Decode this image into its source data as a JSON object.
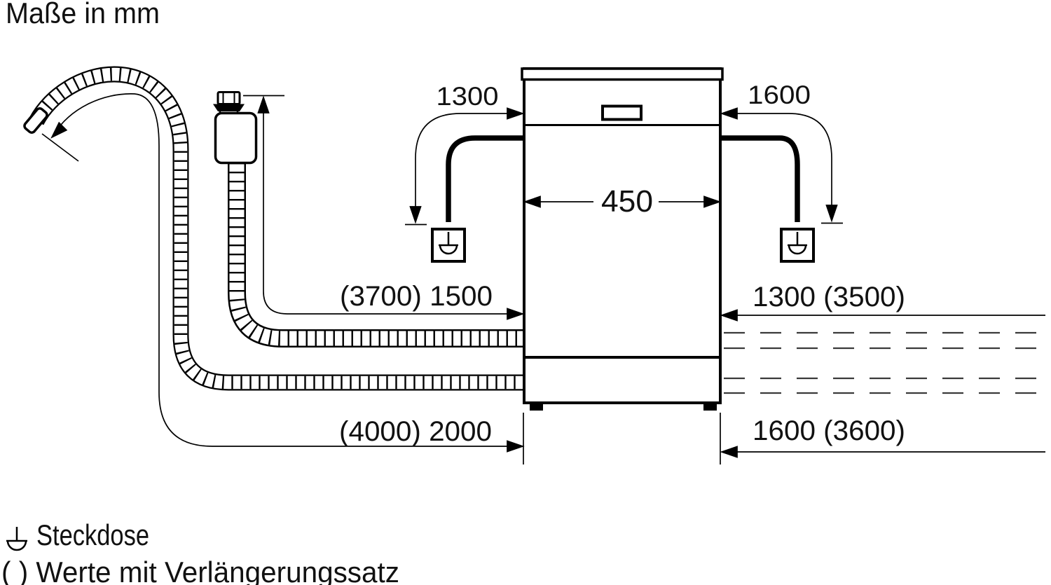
{
  "title": "Maße in mm",
  "dims": {
    "cord_left": "1300",
    "cord_right": "1600",
    "appliance_width": "450",
    "supply_left": "(3700) 1500",
    "supply_right": "1300 (3500)",
    "drain_left": "(4000) 2000",
    "drain_right": "1600 (3600)"
  },
  "legend": {
    "socket_icon": "socket-icon",
    "socket_label": "Steckdose",
    "extension_note": "( ) Werte mit Verlängerungssatz"
  },
  "colors": {
    "line": "#000000",
    "dashed_line": "#3a3a3a",
    "background": "#ffffff"
  }
}
